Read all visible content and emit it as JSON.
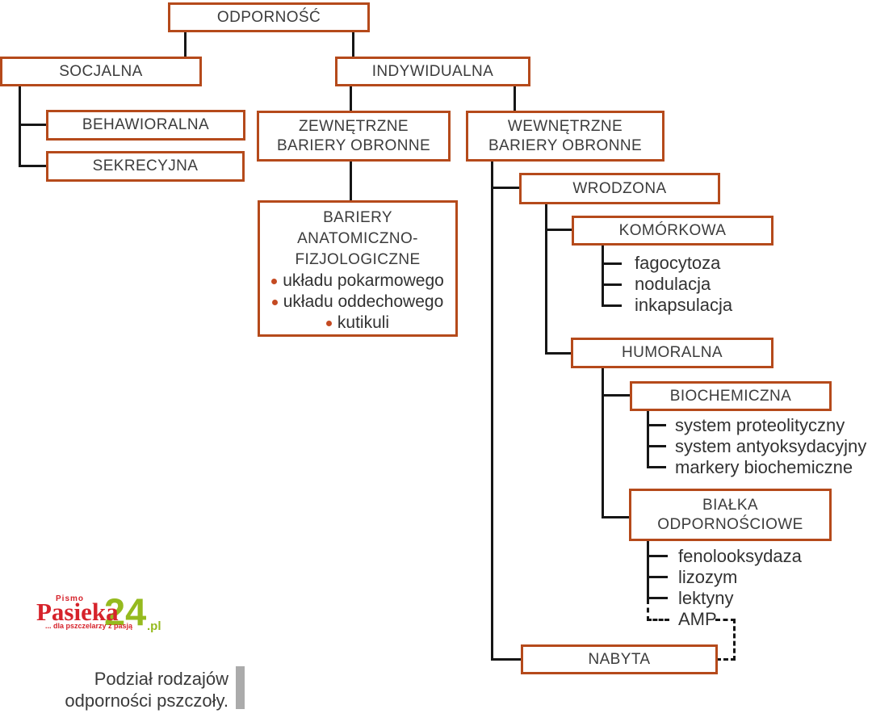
{
  "nodes": {
    "odpornosc": {
      "label": "ODPORNOŚĆ"
    },
    "socjalna": {
      "label": "SOCJALNA"
    },
    "indywidualna": {
      "label": "INDYWIDUALNA"
    },
    "behawioralna": {
      "label": "BEHAWIORALNA"
    },
    "sekrecyjna": {
      "label": "SEKRECYJNA"
    },
    "zewnetrzne": {
      "line1": "ZEWNĘTRZNE",
      "line2": "BARIERY OBRONNE"
    },
    "wewnetrzne": {
      "line1": "WEWNĘTRZNE",
      "line2": "BARIERY OBRONNE"
    },
    "bariery_anatomiczne": {
      "line1": "BARIERY",
      "line2": "ANATOMICZNO-",
      "line3": "FIZJOLOGICZNE",
      "bullets": [
        "układu pokarmowego",
        "układu oddechowego",
        "kutikuli"
      ]
    },
    "wrodzona": {
      "label": "WRODZONA"
    },
    "komorkowa": {
      "label": "KOMÓRKOWA"
    },
    "humoralna": {
      "label": "HUMORALNA"
    },
    "biochemiczna": {
      "label": "BIOCHEMICZNA"
    },
    "bialka": {
      "line1": "BIAŁKA",
      "line2": "ODPORNOŚCIOWE"
    },
    "nabyta": {
      "label": "NABYTA"
    }
  },
  "lists": {
    "komorkowa": [
      "fagocytoza",
      "nodulacja",
      "inkapsulacja"
    ],
    "biochemiczna": [
      "system proteolityczny",
      "system antyoksydacyjny",
      "markery biochemiczne"
    ],
    "bialka": [
      "fenolooksydaza",
      "lizozym",
      "lektyny",
      "AMP"
    ]
  },
  "caption": {
    "line1": "Podział rodzajów",
    "line2": "odporności pszczoły."
  },
  "logo": {
    "pismo": "Pismo",
    "name": "Pasieka",
    "number": "24",
    "tld": ".pl",
    "tagline": "... dla pszczelarzy z pasją"
  },
  "colors": {
    "box_border": "#b54a1b",
    "line": "#161616",
    "bullet": "#c44a22",
    "logo_red": "#d6232b",
    "logo_green": "#95ba1e",
    "caption_bar": "#ababab"
  }
}
